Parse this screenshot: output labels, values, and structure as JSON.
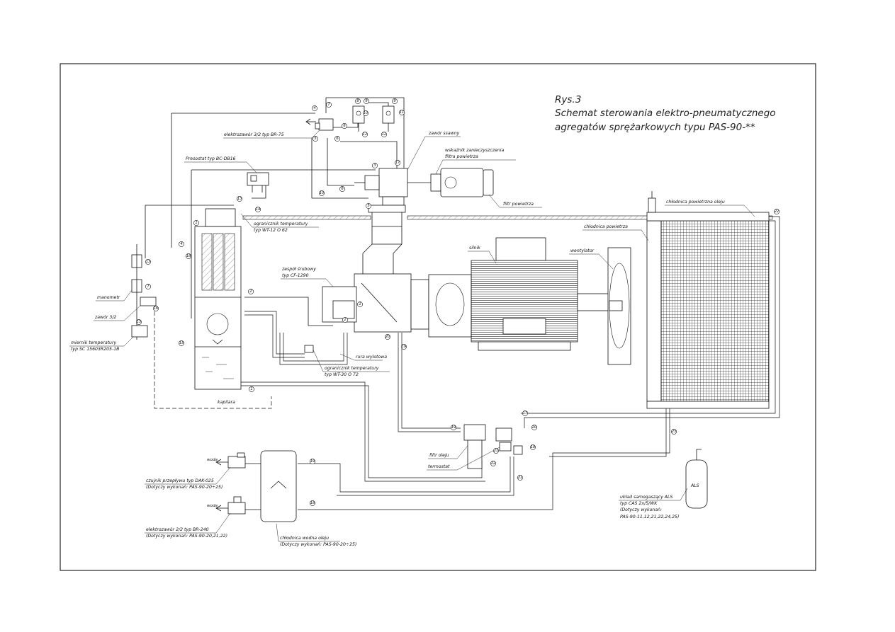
{
  "title": {
    "line1": "Rys.3",
    "line2": "Schemat sterowania elektro-pneumatycznego",
    "line3": "agregatów sprężarkowych typu PAS-90-**"
  },
  "labels": {
    "elektrozawor_32": "elektrozawór 3/2 typ BR-75",
    "presostat": "Presostat typ BC-DB16",
    "ogranicznik_1_a": "ogranicznik temperatury",
    "ogranicznik_1_b": "typ WT-12 O 62",
    "zawor_ssawny": "zawór ssawny",
    "wskaznik_a": "wskaźnik zanieczyszczenia",
    "wskaznik_b": "filtra powietrza",
    "filtr_powietrza": "filtr powietrza",
    "chlodnica_powietrzna_oleju": "chłodnica powietrzna oleju",
    "chlodnica_powietrza": "chłodnica powietrza",
    "silnik": "silnik",
    "wentylator": "wentylator",
    "zespol_a": "zespół śrubowy",
    "zespol_b": "typ CF-1290",
    "manometr": "manometr",
    "zawor_32": "zawór 3/2",
    "miernik_a": "miernik temperatury",
    "miernik_b": "typ SC 15603R205-1B",
    "rura_wylotowa": "rura wylotowa",
    "ogranicznik_2_a": "ogranicznik temperatury",
    "ogranicznik_2_b": "typ WT-30 O 72",
    "kapilara": "kapilara",
    "filtr_oleju": "filtr oleju",
    "termostat": "termostat",
    "czujnik_a": "czujnik przepływu typ DAK-025",
    "czujnik_b": "(Dotyczy wykonań: PAS-90-20÷25)",
    "elektrozawor_22_a": "elektrozawór 2/2 typ BR-240",
    "elektrozawor_22_b": "(Dotyczy wykonań: PAS-90-20,21,22)",
    "chlodnica_wodna_a": "chłodnica wodna oleju",
    "chlodnica_wodna_b": "(Dotyczy wykonań: PAS-90-20÷25)",
    "als_a": "układ samogaszący ALS",
    "als_b": "typ CAS 2x/5/WK",
    "als_c": "(Dotyczy wykonań:",
    "als_d": "PAS-90-11,12,21,22,24,25)",
    "woda_1": "woda",
    "woda_2": "woda",
    "als_tag": "ALS"
  },
  "numbers": {
    "n1": "1",
    "n2": "2",
    "n3": "3",
    "n4": "4",
    "n5": "5",
    "n6": "6",
    "n7": "7",
    "n8": "8",
    "n9": "9",
    "n10": "10",
    "n11": "11",
    "n12": "12",
    "n13": "13",
    "n14": "14",
    "n15": "15",
    "n16": "16",
    "n17": "17",
    "n18": "18",
    "n19": "19",
    "n20": "20",
    "n21": "21",
    "n22": "22",
    "n23": "23"
  }
}
